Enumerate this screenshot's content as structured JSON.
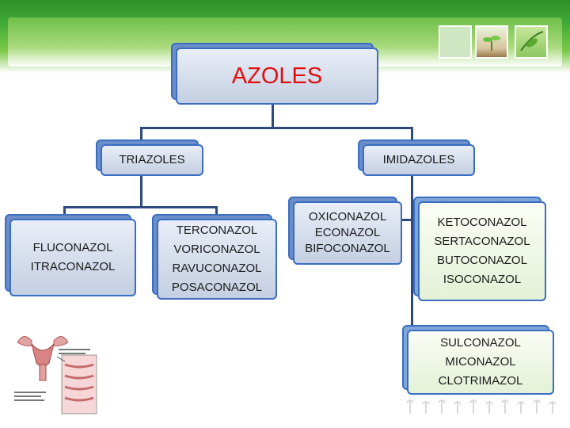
{
  "title": "AZOLES",
  "groups": {
    "triazoles": {
      "label": "TRIAZOLES",
      "children": [
        "FLUCONAZOL\nITRACONAZOL",
        "TERCONAZOL\nVORICONAZOL\nRAVUCONAZOL\nPOSACONAZOL"
      ]
    },
    "imidazoles": {
      "label": "IMIDAZOLES",
      "children": [
        "OXICONAZOL\nECONAZOL\nBIFOCONAZOL",
        "KETOCONAZOL\nSERTACONAZOL\nBUTOCONAZOL\nISOCONAZOL",
        "SULCONAZOL\nMICONAZOL\nCLOTRIMAZOL"
      ]
    }
  },
  "colors": {
    "title": "#e10e0e",
    "connector": "#2c4a7c",
    "box_border": "#3a6ec2",
    "header_green": "#3fa836"
  }
}
